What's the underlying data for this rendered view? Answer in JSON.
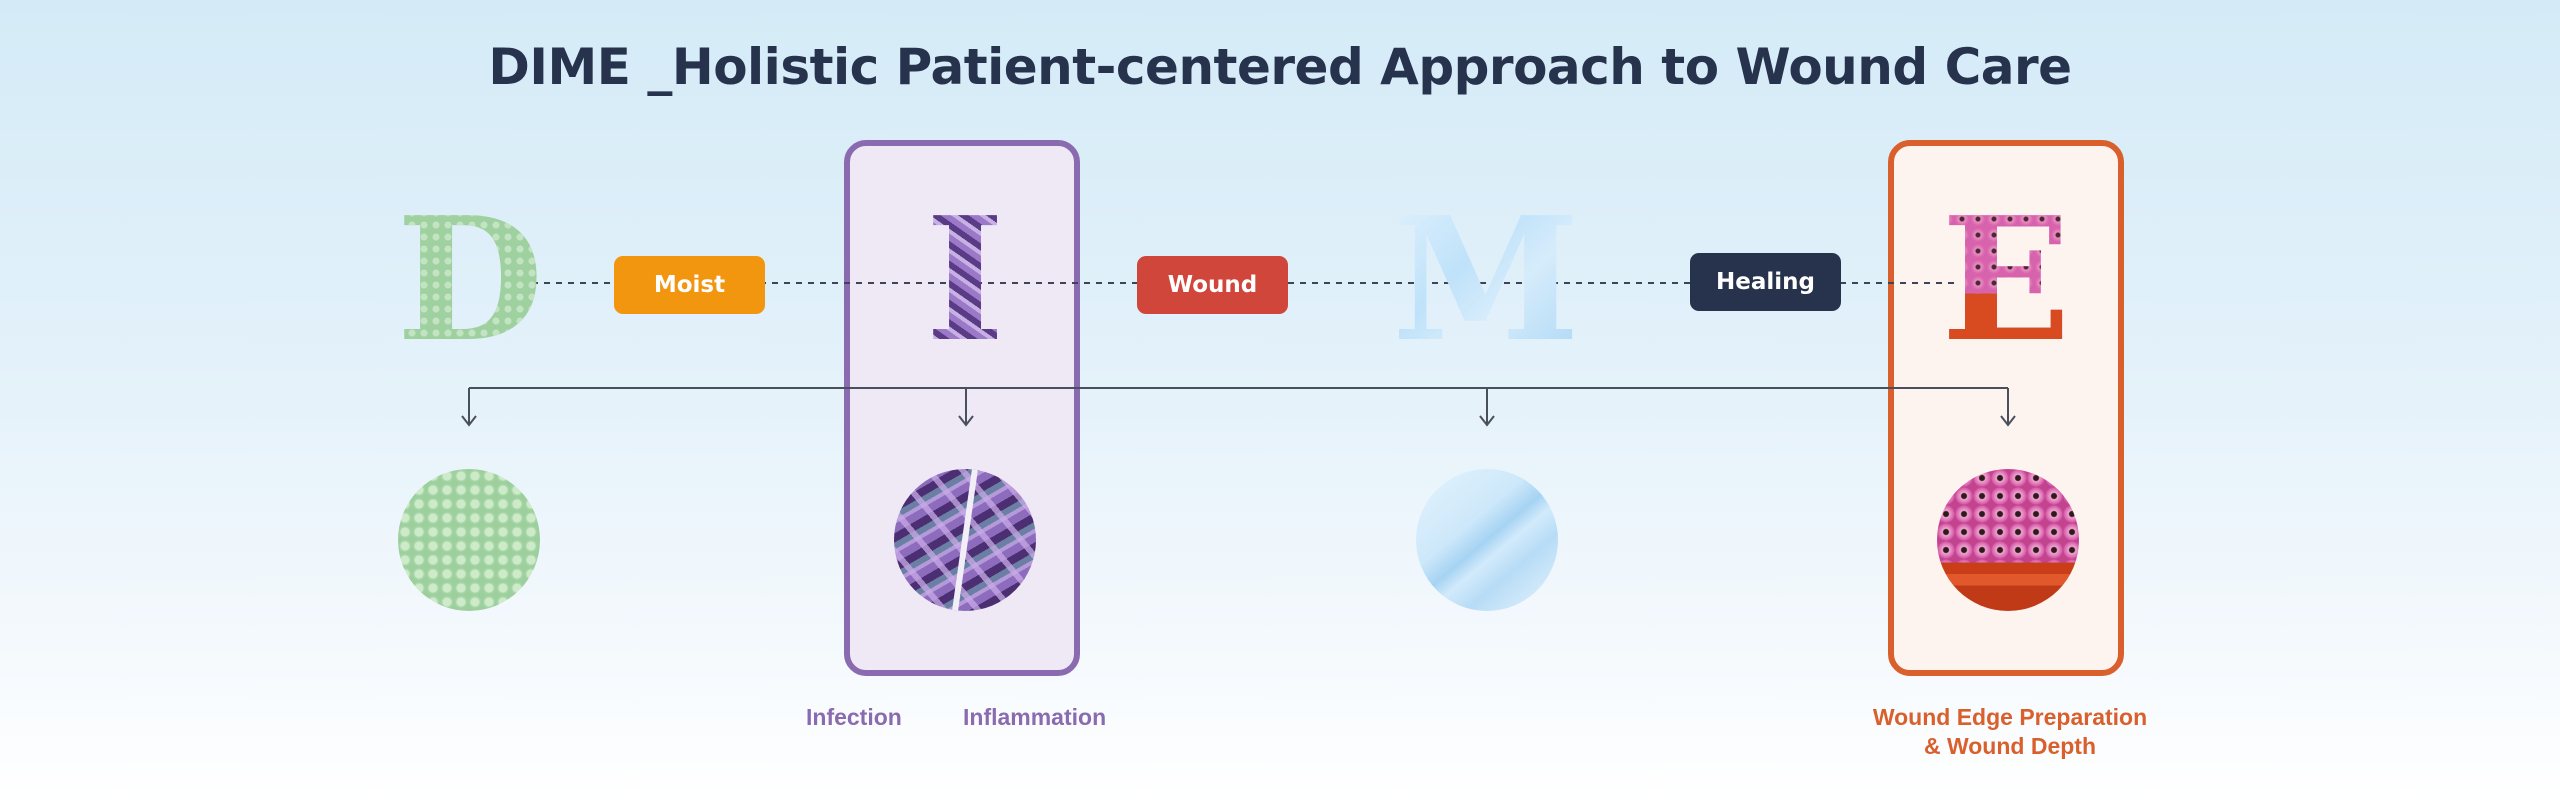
{
  "title": "DIME _Holistic Patient-centered Approach to Wound Care",
  "letters": {
    "d": "D",
    "i": "I",
    "m": "M",
    "e": "E"
  },
  "tags": {
    "moist": "Moist",
    "wound": "Wound",
    "healing": "Healing"
  },
  "labels": {
    "infection": "Infection",
    "inflammation": "Inflammation",
    "edge_line1": "Wound Edge Preparation",
    "edge_line2": "& Wound Depth"
  },
  "colors": {
    "title": "#27324d",
    "moist": "#f2950f",
    "wound": "#d0463b",
    "healing": "#27324d",
    "i_frame": "#8a6bb0",
    "e_frame": "#d9602d"
  }
}
